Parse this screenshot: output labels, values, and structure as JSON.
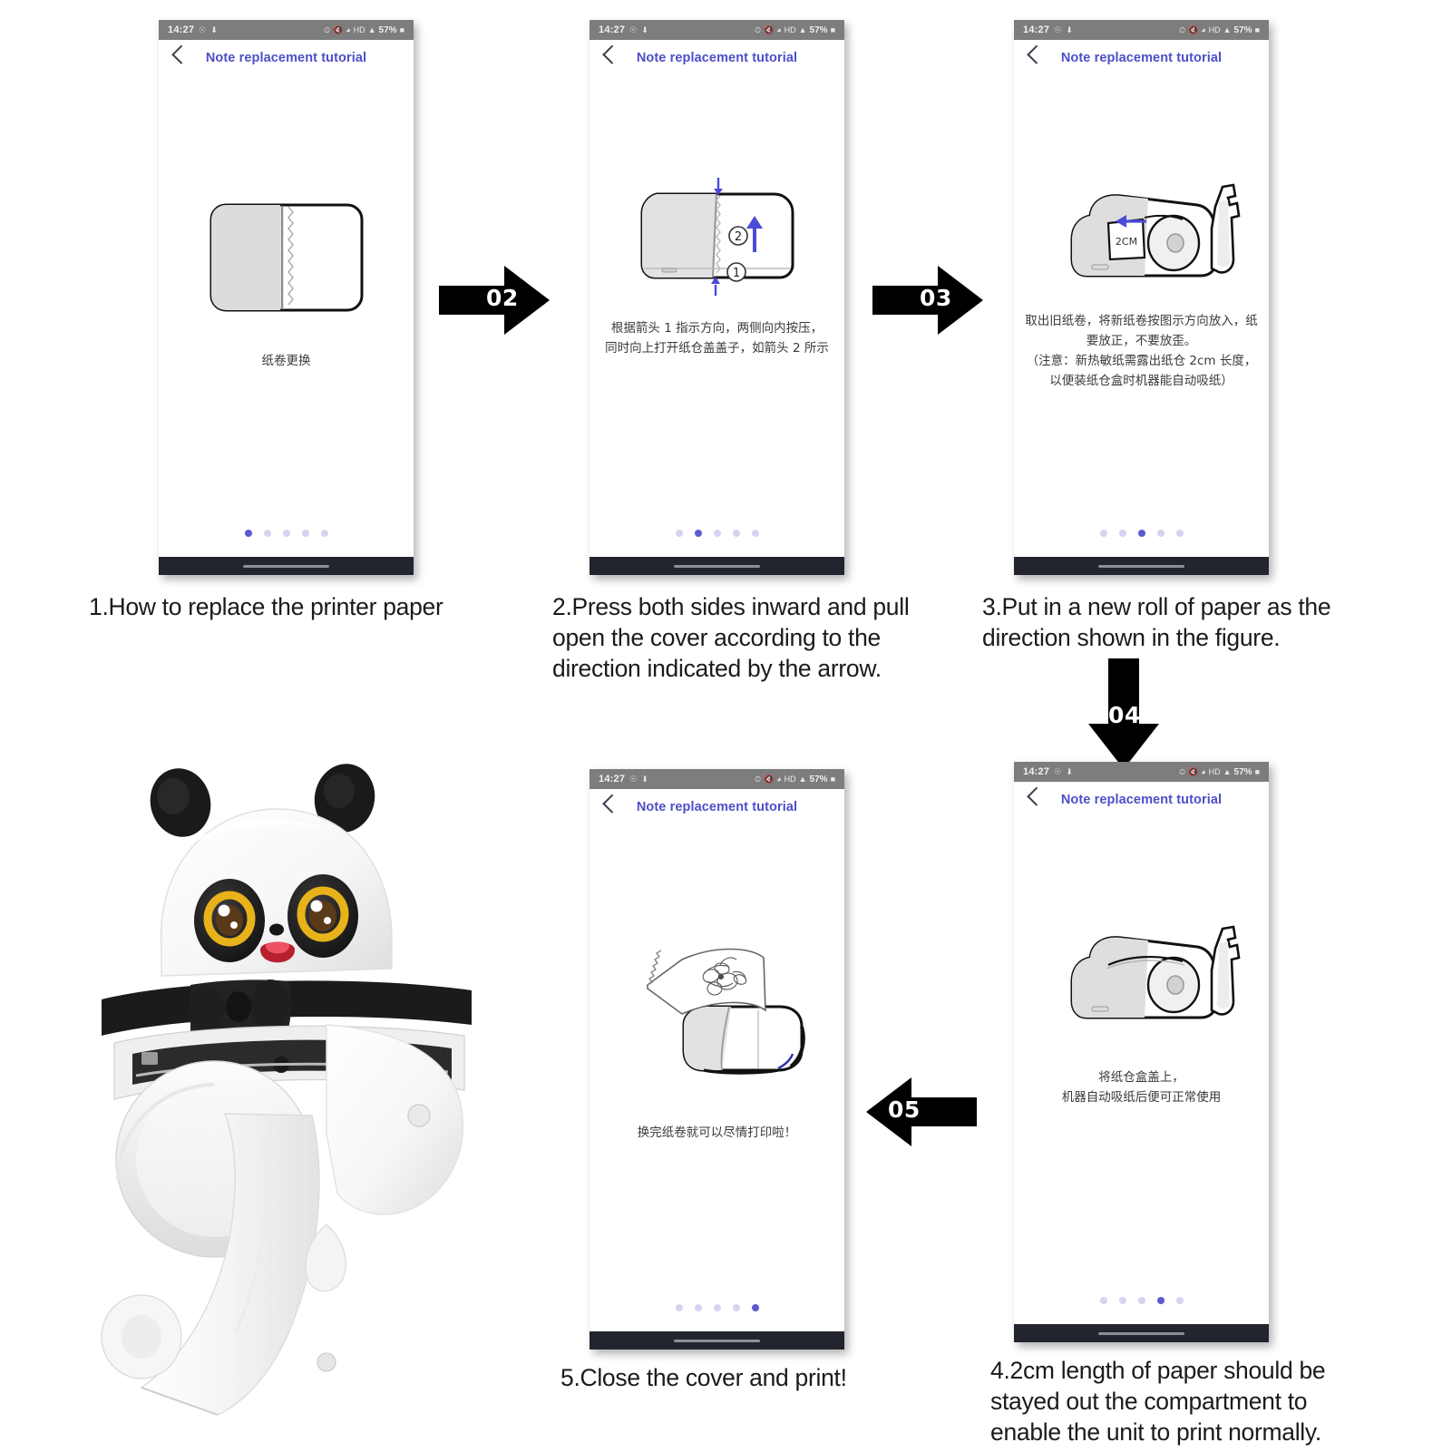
{
  "app": {
    "title": "Note replacement tutorial",
    "status": {
      "time": "14:27",
      "battery": "57%",
      "icons": [
        "vpn-icon",
        "download-icon",
        "alarm-icon",
        "mute-icon",
        "wifi-icon",
        "hd-icon",
        "signal-icon",
        "battery-icon"
      ]
    },
    "back_label": "back-chevron",
    "accent_color": "#4e4ec8",
    "dot_active_color": "#5b5bd0",
    "dot_inactive_color": "#d4d4f0"
  },
  "panels": [
    {
      "id": "panel-1",
      "caption_cn": "纸卷更换",
      "caption_en": "1.How to replace the printer paper",
      "dots": 5,
      "active_dot": 1
    },
    {
      "id": "panel-2",
      "caption_cn_lines": [
        "根据箭头 1 指示方向，两侧向内按压，",
        "同时向上打开纸仓盖盖子，如箭头 2 所示"
      ],
      "caption_en": "2.Press both sides inward and pull open the cover according to the direction indicated by the arrow.",
      "dots": 5,
      "active_dot": 2,
      "marker_1": "1",
      "marker_2": "2"
    },
    {
      "id": "panel-3",
      "caption_cn_lines": [
        "取出旧纸卷，将新纸卷按图示方向放入，纸",
        "要放正，不要放歪。",
        "（注意：新热敏纸需露出纸仓 2cm 长度，",
        "以便装纸仓盒时机器能自动吸纸）"
      ],
      "caption_en": "3.Put in a new roll of paper as the direction shown in the figure.",
      "dots": 5,
      "active_dot": 3,
      "diagram_label": "2CM"
    },
    {
      "id": "panel-4",
      "caption_cn_lines": [
        "将纸仓盒盖上，",
        "机器自动吸纸后便可正常使用"
      ],
      "caption_en": "4.2cm length of paper should be stayed out the compartment to enable the unit to print normally.",
      "dots": 5,
      "active_dot": 4
    },
    {
      "id": "panel-5",
      "caption_cn_lines": [
        "换完纸卷就可以尽情打印啦！"
      ],
      "caption_en": "5.Close the cover and print!",
      "dots": 5,
      "active_dot": 5
    }
  ],
  "step_arrows": [
    {
      "id": "arrow-02",
      "label": "02",
      "direction": "right"
    },
    {
      "id": "arrow-03",
      "label": "03",
      "direction": "right"
    },
    {
      "id": "arrow-04",
      "label": "04",
      "direction": "down"
    },
    {
      "id": "arrow-05",
      "label": "05",
      "direction": "left"
    }
  ],
  "product_photo": {
    "name": "panda-thermal-printer-photo",
    "description": "Panda shaped mini thermal printer with open cover and paper roll"
  }
}
